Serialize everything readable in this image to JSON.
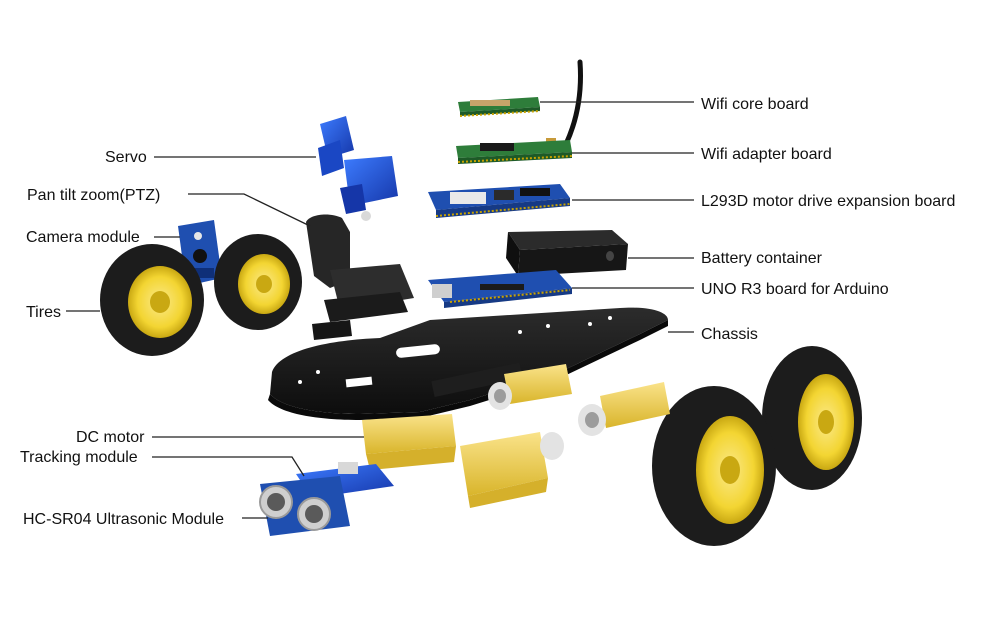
{
  "labels": {
    "wifi_core": "Wifi core board",
    "wifi_adapter": "Wifi adapter board",
    "l293d": "L293D motor drive expansion board",
    "battery": "Battery container",
    "uno": "UNO R3 board for Arduino",
    "chassis": "Chassis",
    "servo": "Servo",
    "ptz": "Pan tilt zoom(PTZ)",
    "camera": "Camera module",
    "tires": "Tires",
    "dc_motor": "DC motor",
    "tracking": "Tracking module",
    "ultrasonic": "HC-SR04 Ultrasonic Module"
  },
  "colors": {
    "pcb_green": "#2e7d3a",
    "pcb_blue": "#1f4fb0",
    "servo_blue": "#1e4fd6",
    "motor_yellow": "#f2d24a",
    "rim_yellow": "#f3d532",
    "tire_black": "#1c1c1c",
    "chassis_black": "#1a1a1a"
  }
}
